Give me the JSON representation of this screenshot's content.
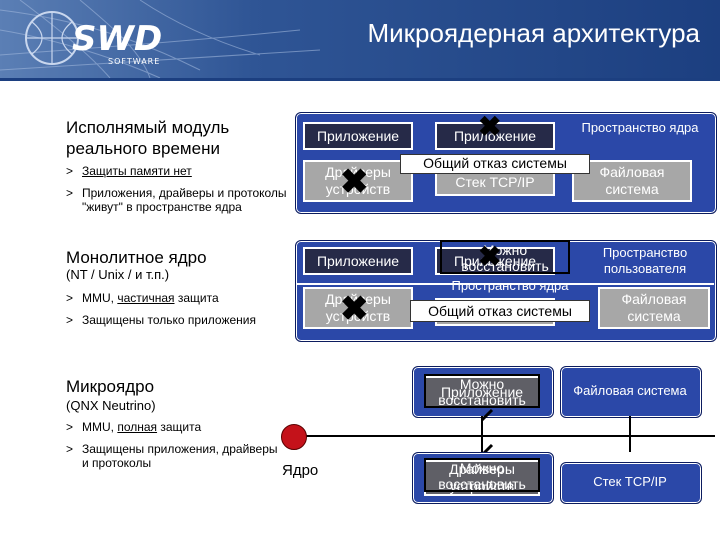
{
  "header": {
    "title": "Микроядерная архитектура",
    "logo_text": "SWD",
    "logo_sub": "SOFTWARE"
  },
  "left": {
    "s1": {
      "heading": "Исполнямый модуль реального времени",
      "b1": "Защиты памяти нет",
      "b2": "Приложения, драйверы и протоколы \"живут\" в пространстве ядра"
    },
    "s2": {
      "heading": "Монолитное ядро",
      "sub": "(NT / Unix / и т.п.)",
      "b1_pre": "MMU, ",
      "b1_u": "частичная",
      "b1_post": " защита",
      "b2": "Защищены только приложения"
    },
    "s3": {
      "heading": "Микроядро",
      "sub": "(QNX Neutrino)",
      "b1_pre": "MMU, ",
      "b1_u": "полная",
      "b1_post": " защита",
      "b2": "Защищены приложения, драйверы и протоколы"
    },
    "bullet": ">"
  },
  "row1": {
    "app1": "Приложение",
    "app2": "Приложение",
    "space": "Пространство ядра",
    "driver": "Драйверы устройств",
    "tcp": "Стек TCP/IP",
    "fs": "Файловая система",
    "fail": "Общий отказ системы",
    "cross": "✖"
  },
  "row2": {
    "app1": "Приложение",
    "app2": "Приложение",
    "recover": "Можно восстановить",
    "user_space": "Пространство пользователя",
    "kernel_space": "Пространство ядра",
    "driver": "Драйверы устройств",
    "fs": "Файловая система",
    "fail": "Общий отказ системы",
    "cross": "✖"
  },
  "row3": {
    "app": "Приложение",
    "recover1": "Можно восстановить",
    "fs": "Файловая система",
    "kernel": "Ядро",
    "driver": "Драйверы устройств",
    "recover2": "Можно восстановить",
    "tcp": "Стек TCP/IP"
  }
}
